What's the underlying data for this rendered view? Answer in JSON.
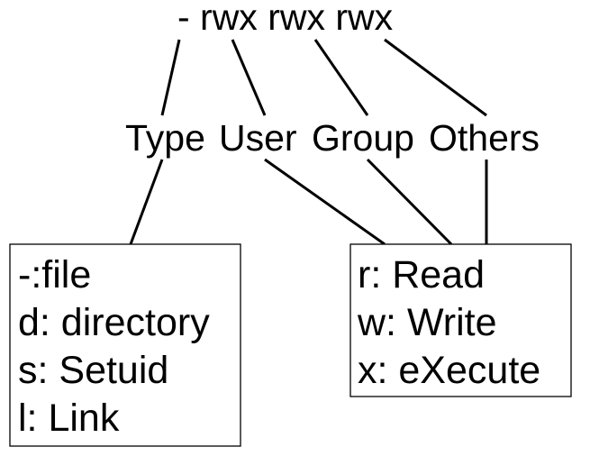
{
  "permission_string": "- rwx rwx rwx",
  "categories": {
    "type": "Type",
    "user": "User",
    "group": "Group",
    "others": "Others"
  },
  "file_types": [
    "-:file",
    "d: directory",
    "s: Setuid",
    "l: Link"
  ],
  "permissions": [
    "r: Read",
    "w: Write",
    "x: eXecute"
  ],
  "colors": {
    "line": "#000000",
    "text": "#000000",
    "background": "#ffffff"
  }
}
